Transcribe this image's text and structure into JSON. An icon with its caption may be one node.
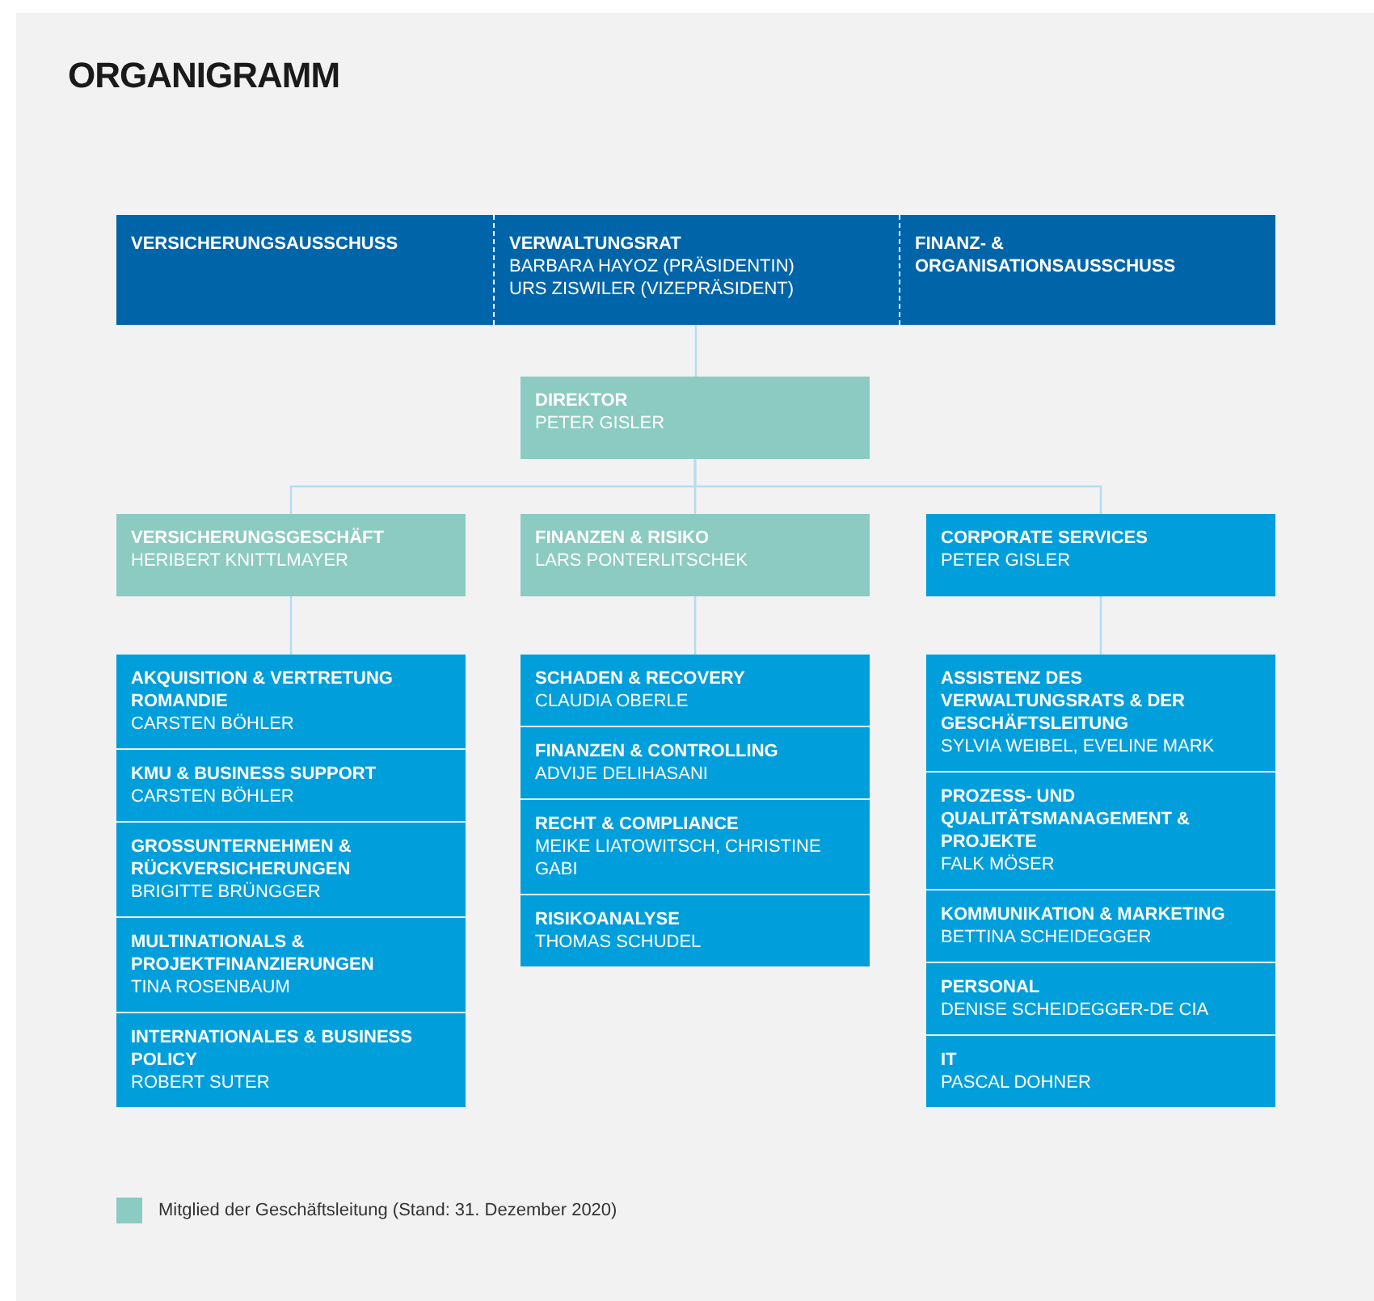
{
  "diagram": {
    "title": "ORGANIGRAMM",
    "nodes": [
      {
        "text": [
          "VERSICHERUNGSAUSSCHUSS"
        ]
      },
      {
        "text": [
          "VERWALTUNGSRAT",
          "BARBARA HAYOZ (PRÄSIDENTIN)",
          "URS ZISWILER (VIZEPRÄSIDENT)"
        ]
      },
      {
        "text": [
          "FINANZ- & ORGANISATIONSAUSSCHUSS"
        ]
      },
      {
        "text": [
          "DIREKTOR",
          "PETER GISLER"
        ]
      },
      {
        "text": [
          "VERSICHERUNGSGESCHÄFT",
          "HERIBERT KNITTLMAYER"
        ]
      },
      {
        "text": [
          "FINANZEN & RISIKO",
          "LARS PONTERLITSCHEK"
        ]
      },
      {
        "text": [
          "CORPORATE SERVICES",
          "PETER GISLER"
        ]
      },
      {
        "text": [
          "AKQUISITION & VERTRETUNG ROMANDIE",
          "CARSTEN BÖHLER"
        ]
      },
      {
        "text": [
          "KMU & BUSINESS SUPPORT",
          "CARSTEN BÖHLER"
        ]
      },
      {
        "text": [
          "GROSSUNTERNEHMEN & RÜCKVERSICHERUNGEN",
          "BRIGITTE BRÜNGGER"
        ]
      },
      {
        "text": [
          "MULTINATIONALS & PROJEKTFINANZIERUNGEN",
          "TINA ROSENBAUM"
        ]
      },
      {
        "text": [
          "INTERNATIONALES & BUSINESS POLICY",
          "ROBERT SUTER"
        ]
      },
      {
        "text": [
          "SCHADEN & RECOVERY",
          "CLAUDIA OBERLE"
        ]
      },
      {
        "text": [
          "FINANZEN & CONTROLLING",
          "ADVIJE DELIHASANI"
        ]
      },
      {
        "text": [
          "RECHT & COMPLIANCE",
          "MEIKE LIATOWITSCH, CHRISTINE GABI"
        ]
      },
      {
        "text": [
          "RISIKOANALYSE",
          "THOMAS SCHUDEL"
        ]
      },
      {
        "text": [
          "ASSISTENZ DES VERWALTUNGSRATS & DER GESCHÄFTSLEITUNG",
          "SYLVIA WEIBEL, EVELINE MARK"
        ]
      },
      {
        "text": [
          "PROZESS- UND QUALITÄTSMANAGEMENT & PROJEKTE",
          "FALK MÖSER"
        ]
      },
      {
        "text": [
          "KOMMUNIKATION & MARKETING",
          "BETTINA SCHEIDEGGER"
        ]
      },
      {
        "text": [
          "PERSONAL",
          "DENISE SCHEIDEGGER-DE CIA"
        ]
      },
      {
        "text": [
          "IT",
          "PASCAL DOHNER"
        ]
      }
    ],
    "edges": [
      {
        "from": 1,
        "to": 3,
        "arrow": "none"
      },
      {
        "from": 3,
        "to": 4,
        "arrow": "none"
      },
      {
        "from": 3,
        "to": 5,
        "arrow": "none"
      },
      {
        "from": 3,
        "to": 6,
        "arrow": "none"
      },
      {
        "from": 4,
        "to": 7,
        "arrow": "none"
      },
      {
        "from": 5,
        "to": 12,
        "arrow": "none"
      },
      {
        "from": 6,
        "to": 16,
        "arrow": "none"
      }
    ],
    "legend": [
      {
        "text": "Mitglied der Geschäftsleitung (Stand: 31. Dezember 2020)",
        "color": "#8ccbc1"
      }
    ]
  }
}
